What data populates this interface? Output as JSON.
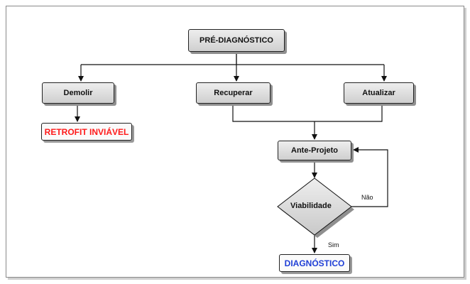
{
  "nodes": {
    "pre_diagnostico": "PRÉ-DIAGNÓSTICO",
    "demolir": "Demolir",
    "recuperar": "Recuperar",
    "atualizar": "Atualizar",
    "retrofit_inviavel": "RETROFIT INVIÁVEL",
    "ante_projeto": "Ante-Projeto",
    "viabilidade": "Viabilidade",
    "diagnostico": "DIAGNÓSTICO"
  },
  "edge_labels": {
    "nao": "Não",
    "sim": "Sim"
  },
  "colors": {
    "retrofit_inviavel_text": "#ff1a1a",
    "diagnostico_text": "#1f3fd6",
    "connector": "#111111"
  }
}
